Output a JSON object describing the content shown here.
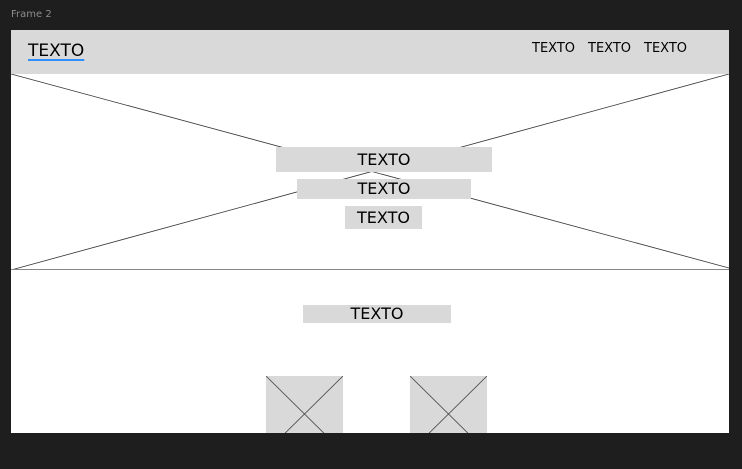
{
  "frame": {
    "label": "Frame 2"
  },
  "header": {
    "logo": "TEXTO",
    "nav": [
      "TEXTO",
      "TEXTO",
      "TEXTO"
    ]
  },
  "hero": {
    "lines": [
      "TEXTO",
      "TEXTO",
      "TEXTO"
    ]
  },
  "section": {
    "title": "TEXTO"
  },
  "colors": {
    "canvas": "#1e1e1e",
    "frame": "#ffffff",
    "placeholder_fill": "#d9d9d9",
    "link_underline": "#2f8fff"
  }
}
